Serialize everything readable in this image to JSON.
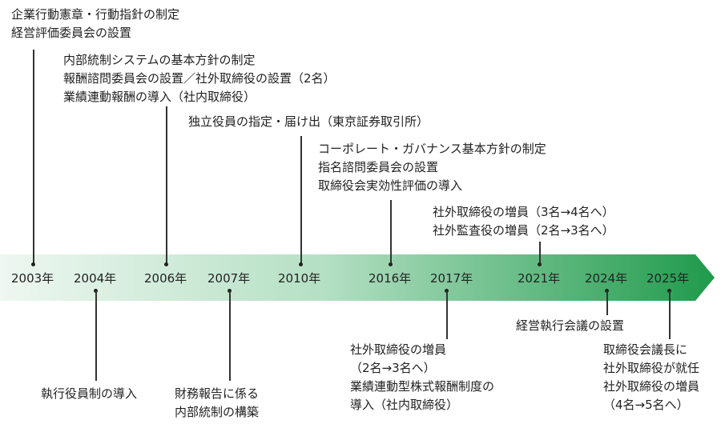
{
  "timeline": {
    "band_color_start": "#eef7f1",
    "band_color_end": "#1f9a4b",
    "years": [
      "2003年",
      "2004年",
      "2006年",
      "2007年",
      "2010年",
      "2016年",
      "2017年",
      "2021年",
      "2024年",
      "2025年"
    ],
    "above": [
      {
        "year": "2003年",
        "lines": [
          "企業行動憲章・行動指針の制定",
          "経営評価委員会の設置"
        ]
      },
      {
        "year": "2006年",
        "lines": [
          "内部統制システムの基本方針の制定",
          "報酬諮問委員会の設置／社外取締役の設置（2名）",
          "業績連動報酬の導入（社内取締役）"
        ]
      },
      {
        "year": "2010年",
        "lines": [
          "独立役員の指定・届け出（東京証券取引所）"
        ]
      },
      {
        "year": "2016年",
        "lines": [
          "コーポレート・ガバナンス基本方針の制定",
          "指名諮問委員会の設置",
          "取締役会実効性評価の導入"
        ]
      },
      {
        "year": "2021年",
        "lines": [
          "社外取締役の増員（3名→4名へ）",
          "社外監査役の増員（2名→3名へ）"
        ]
      }
    ],
    "below": [
      {
        "year": "2004年",
        "lines": [
          "執行役員制の導入"
        ]
      },
      {
        "year": "2007年",
        "lines": [
          "財務報告に係る",
          "内部統制の構築"
        ]
      },
      {
        "year": "2017年",
        "lines": [
          "社外取締役の増員",
          "（2名→3名へ）",
          "業績連動型株式報酬制度の",
          "導入（社内取締役）"
        ]
      },
      {
        "year": "2024年",
        "lines": [
          "経営執行会議の設置"
        ]
      },
      {
        "year": "2025年",
        "lines": [
          "取締役会議長に",
          "社外取締役が就任",
          "社外取締役の増員",
          "（4名→5名へ）"
        ]
      }
    ]
  }
}
